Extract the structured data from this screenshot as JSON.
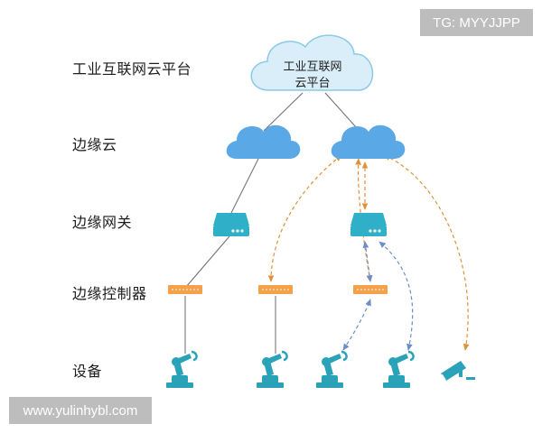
{
  "layers": {
    "cloud_platform": "工业互联网云平台",
    "edge_cloud": "边缘云",
    "edge_gateway": "边缘网关",
    "edge_controller": "边缘控制器",
    "devices": "设备"
  },
  "top_cloud": {
    "line1": "工业互联网",
    "line2": "云平台"
  },
  "watermarks": {
    "tg": "TG: MYYJJPP",
    "url": "www.yulinhybl.com"
  },
  "colors": {
    "cloud_fill": "#d9eef8",
    "cloud_stroke": "#8cc8e6",
    "edge_cloud": "#5aa8e6",
    "gateway": "#2fb0c8",
    "controller": "#f5a04a",
    "robot": "#2aa3b8",
    "solid_line": "#6b6b6b",
    "dashed_orange": "#e0913a",
    "dashed_blue": "#6a8fc8"
  },
  "icons": {
    "edge_cloud": "cloud-icon",
    "gateway": "gateway-icon",
    "controller": "controller-icon",
    "robot": "robot-arm-icon",
    "camera": "camera-icon"
  }
}
